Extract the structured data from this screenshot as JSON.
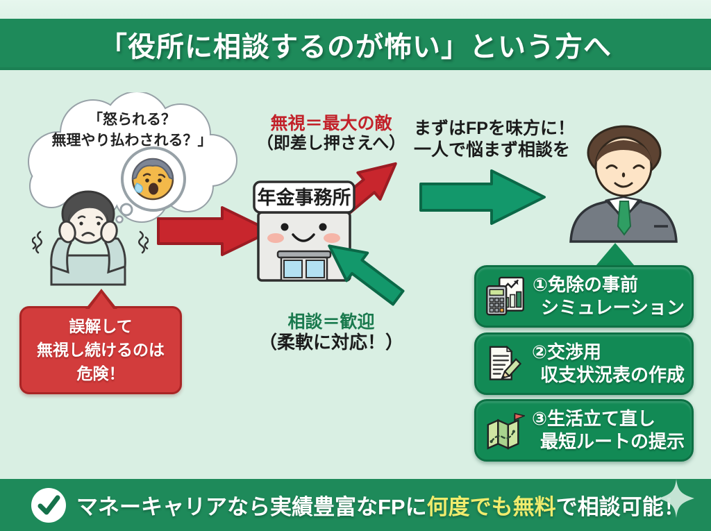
{
  "colors": {
    "banner_green": "#1e8a5a",
    "box_green": "#128a55",
    "arrow_green": "#13986b",
    "alert_red": "#c8262d",
    "bubble_red": "#d23c3c",
    "highlight_yellow": "#efec6d",
    "background_mint": "#d9efe3"
  },
  "banner": {
    "title": "「役所に相談するのが怖い」という方へ"
  },
  "worried_section": {
    "thought_line1": "「怒られる？",
    "thought_line2": "無理やり払わされる？」",
    "emoji": "worried-face-icon",
    "warning_line1": "誤解して",
    "warning_line2": "無視し続けるのは",
    "warning_line3": "危険！"
  },
  "office_section": {
    "ignore_title": "無視＝最大の敵",
    "ignore_note": "（即差し押さえへ）",
    "sign": "年金事務所",
    "welcome_title": "相談＝歓迎",
    "welcome_note": "（柔軟に対応！）"
  },
  "fp_section": {
    "heading_line1": "まずはFPを味方に！",
    "heading_line2": "一人で悩まず相談を",
    "benefits": [
      {
        "icon": "calculator-chart-icon",
        "line1": "①免除の事前",
        "line2": "シミュレーション"
      },
      {
        "icon": "document-pencil-icon",
        "line1": "②交渉用",
        "line2": "収支状況表の作成"
      },
      {
        "icon": "map-flag-icon",
        "line1": "③生活立て直し",
        "line2": "最短ルートの提示"
      }
    ]
  },
  "footer": {
    "icon": "check-circle-icon",
    "text_start": "マネーキャリアなら実績豊富なFPに",
    "text_highlight": "何度でも無料",
    "text_end": "で相談可能！",
    "sparkle": "sparkle-icon"
  }
}
